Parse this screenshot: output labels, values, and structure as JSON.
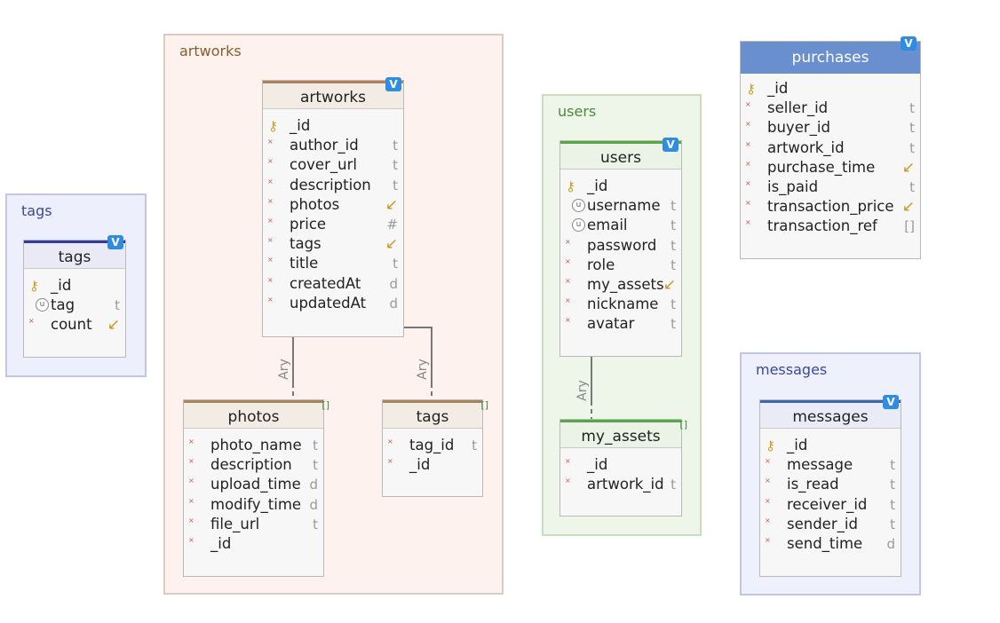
{
  "groups": {
    "artworks": {
      "label": "artworks"
    },
    "users": {
      "label": "users"
    },
    "tags": {
      "label": "tags"
    },
    "messages": {
      "label": "messages"
    }
  },
  "entities": {
    "artworks": {
      "title": "artworks",
      "fields": [
        {
          "name": "_id",
          "type": "",
          "key": true
        },
        {
          "name": "author_id",
          "type": "t"
        },
        {
          "name": "cover_url",
          "type": "t"
        },
        {
          "name": "description",
          "type": "t"
        },
        {
          "name": "photos",
          "type": "↙",
          "array": true
        },
        {
          "name": "price",
          "type": "#"
        },
        {
          "name": "tags",
          "type": "↙",
          "array": true
        },
        {
          "name": "title",
          "type": "t"
        },
        {
          "name": "createdAt",
          "type": "d"
        },
        {
          "name": "updatedAt",
          "type": "d"
        }
      ]
    },
    "photos": {
      "title": "photos",
      "fields": [
        {
          "name": "photo_name",
          "type": "t"
        },
        {
          "name": "description",
          "type": "t"
        },
        {
          "name": "upload_time",
          "type": "d"
        },
        {
          "name": "modify_time",
          "type": "d"
        },
        {
          "name": "file_url",
          "type": "t"
        },
        {
          "name": "_id",
          "type": ""
        }
      ]
    },
    "artwork_tags": {
      "title": "tags",
      "fields": [
        {
          "name": "tag_id",
          "type": "t"
        },
        {
          "name": "_id",
          "type": ""
        }
      ]
    },
    "users": {
      "title": "users",
      "fields": [
        {
          "name": "_id",
          "type": "",
          "key": true
        },
        {
          "name": "username",
          "type": "t",
          "unique": true
        },
        {
          "name": "email",
          "type": "t",
          "unique": true
        },
        {
          "name": "password",
          "type": "t"
        },
        {
          "name": "role",
          "type": "t"
        },
        {
          "name": "my_assets",
          "type": "↙",
          "array": true
        },
        {
          "name": "nickname",
          "type": "t"
        },
        {
          "name": "avatar",
          "type": "t"
        }
      ]
    },
    "my_assets": {
      "title": "my_assets",
      "fields": [
        {
          "name": "_id",
          "type": ""
        },
        {
          "name": "artwork_id",
          "type": "t"
        }
      ]
    },
    "tags": {
      "title": "tags",
      "fields": [
        {
          "name": "_id",
          "type": "",
          "key": true
        },
        {
          "name": "tag",
          "type": "t",
          "unique": true
        },
        {
          "name": "count",
          "type": "↙",
          "array": true
        }
      ]
    },
    "purchases": {
      "title": "purchases",
      "fields": [
        {
          "name": "_id",
          "type": "",
          "key": true
        },
        {
          "name": "seller_id",
          "type": "t"
        },
        {
          "name": "buyer_id",
          "type": "t"
        },
        {
          "name": "artwork_id",
          "type": "t"
        },
        {
          "name": "purchase_time",
          "type": "↙",
          "array": true
        },
        {
          "name": "is_paid",
          "type": "t"
        },
        {
          "name": "transaction_price",
          "type": "↙",
          "array": true
        },
        {
          "name": "transaction_ref",
          "type": "[]"
        }
      ]
    },
    "messages": {
      "title": "messages",
      "fields": [
        {
          "name": "_id",
          "type": "",
          "key": true
        },
        {
          "name": "message",
          "type": "t"
        },
        {
          "name": "is_read",
          "type": "t"
        },
        {
          "name": "receiver_id",
          "type": "t"
        },
        {
          "name": "sender_id",
          "type": "t"
        },
        {
          "name": "send_time",
          "type": "d"
        }
      ]
    }
  },
  "badges": {
    "view": "V",
    "array": "[]"
  },
  "relations": {
    "ary_label": "Ary"
  },
  "colors": {
    "artworks_accent": "#a9845a",
    "users_accent": "#55a845",
    "tags_accent": "#343aa2",
    "messages_accent": "#3e66b4",
    "purchases_header": "#6a8fcf"
  }
}
